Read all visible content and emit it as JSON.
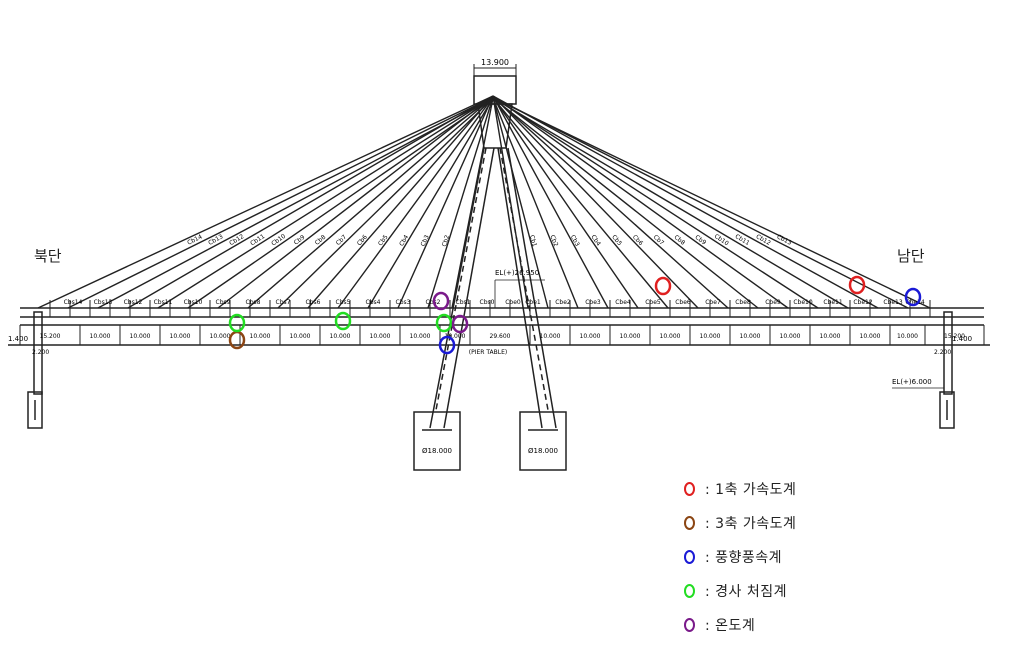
{
  "labels": {
    "north": "북단",
    "south": "남단",
    "tower_width": "13.900",
    "elevation_top": "EL(+)26.950",
    "elevation_right": "EL(+)6.000",
    "pier_table": "(PIER TABLE)",
    "left_end": "1.400",
    "right_end": "1.400",
    "left_sub": "2.200",
    "right_sub": "2.200",
    "footing_left": "Ø18.000",
    "footing_right": "Ø18.000"
  },
  "spans": [
    "15.200",
    "10.000",
    "10.000",
    "10.000",
    "10.000",
    "10.000",
    "10.000",
    "10.000",
    "10.000",
    "10.000",
    "10.000",
    "29.600",
    "10.000",
    "10.000",
    "10.000",
    "10.000",
    "10.000",
    "10.000",
    "10.000",
    "10.000",
    "10.000",
    "10.000",
    "15.200"
  ],
  "cable_labels_left": [
    "Cbs14",
    "Cbs13",
    "Cbs12",
    "Cbs11",
    "Cbs10",
    "Cbs9",
    "Cbs8",
    "Cbs7",
    "Cbs6",
    "Cbs5",
    "Cbs4",
    "Cbs3",
    "Cbs2",
    "Cbs1",
    "Cbs0"
  ],
  "cable_labels_right": [
    "Cbe0",
    "Cbe1",
    "Cbe2",
    "Cbe3",
    "Cbe4",
    "Cbe5",
    "Cbe6",
    "Cbe7",
    "Cbe8",
    "Cbe9",
    "Cbe10",
    "Cbe11",
    "Cbe12",
    "Cbe13",
    "Cbe14"
  ],
  "cable_names_left": [
    "Cb14",
    "Cb13",
    "Cb12",
    "Cb11",
    "Cb10",
    "Cb9",
    "Cb8",
    "Cb7",
    "Cb6",
    "Cb5",
    "Cb4",
    "Cb3",
    "Cb2"
  ],
  "cable_names_right": [
    "Cb1",
    "Cb2",
    "Cb3",
    "Cb4",
    "Cb5",
    "Cb6",
    "Cb7",
    "Cb8",
    "Cb9",
    "Cb10",
    "Cb11",
    "Cb12",
    "Cb13"
  ],
  "sensor_colors": {
    "accel_1axis": "#e02020",
    "accel_3axis": "#8b4513",
    "wind": "#1a1ad6",
    "tilt": "#22dd22",
    "temp": "#7a1a8a"
  },
  "legend": [
    {
      "key": "accel_1axis",
      "color": "#e02020",
      "text": ": 1축 가속도계"
    },
    {
      "key": "accel_3axis",
      "color": "#8b4513",
      "text": ": 3축 가속도계"
    },
    {
      "key": "wind",
      "color": "#1a1ad6",
      "text": ": 풍향풍속계"
    },
    {
      "key": "tilt",
      "color": "#22dd22",
      "text": ": 경사 처짐계"
    },
    {
      "key": "temp",
      "color": "#7a1a8a",
      "text": ": 온도계"
    }
  ]
}
